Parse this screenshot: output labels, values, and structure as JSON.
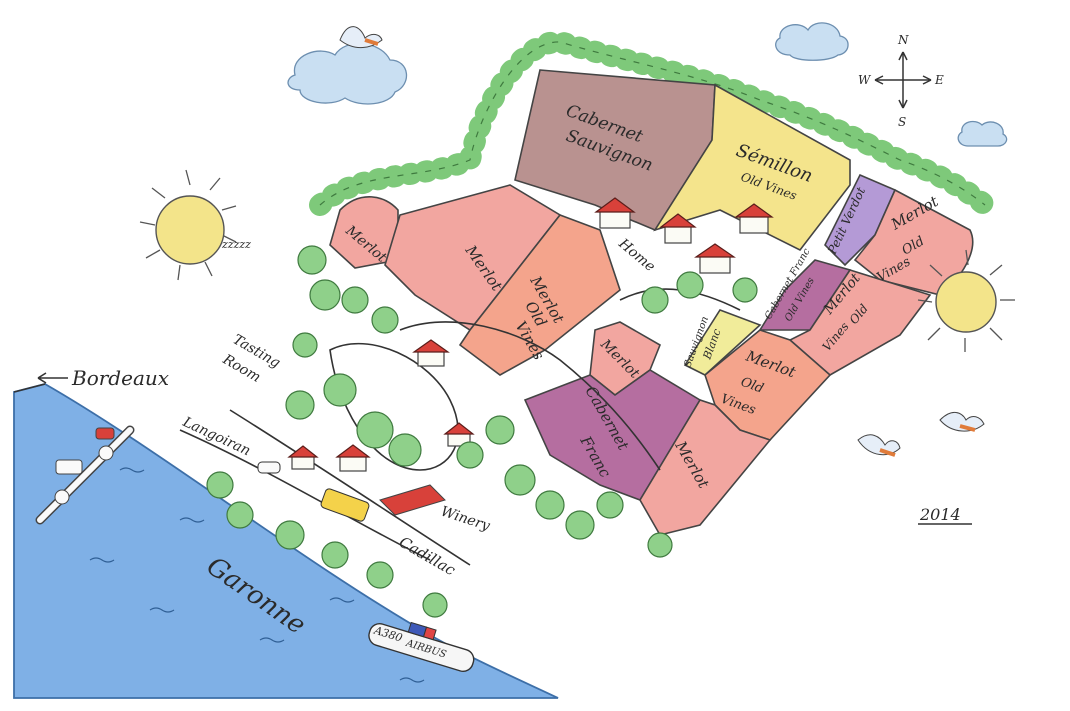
{
  "labels": {
    "cabernet_sauvignon_1": "Cabernet",
    "cabernet_sauvignon_2": "Sauvignon",
    "semillon": "Sémillon",
    "semillon_sub": "Old Vines",
    "merlot": "Merlot",
    "old": "Old",
    "vines": "Vines",
    "petit_verdot": "Petit Verdot",
    "cabernet_franc_small_1": "Cabernet Franc",
    "cabernet_franc_small_2": "Old Vines",
    "sauvignon_blanc_1": "Sauvignon",
    "sauvignon_blanc_2": "Blanc",
    "cabernet_franc_1": "Cabernet",
    "cabernet_franc_2": "Franc",
    "home": "Home",
    "tasting_1": "Tasting",
    "tasting_2": "Room",
    "winery": "Winery",
    "bordeaux": "Bordeaux",
    "langoiran": "Langoiran",
    "cadillac": "Cadillac",
    "garonne": "Garonne",
    "year": "2014",
    "sleep": "zzzzz",
    "compass_n": "N",
    "compass_s": "S",
    "compass_e": "E",
    "compass_w": "W",
    "plane_1": "A380",
    "plane_2": "AIRBUS"
  },
  "colors": {
    "river": "#7fb0e6",
    "cabernet_sauvignon": "#b99290",
    "semillon": "#f4e48c",
    "merlot": "#f2a6a0",
    "merlot_old": "#f4a48c",
    "petit_verdot": "#b49ad6",
    "purple": "#b56ea0",
    "sauvignon_blanc": "#f1ec9a",
    "tree": "#8fd08a",
    "roof": "#d8413a",
    "cloud": "#c9dff2",
    "sun": "#f3e48a"
  },
  "icons": [
    "compass-icon",
    "sun-icon",
    "cloud-icon",
    "bird-icon",
    "tree-icon",
    "house-icon",
    "bus-icon",
    "car-icon",
    "boat-icon",
    "airplane-icon"
  ]
}
